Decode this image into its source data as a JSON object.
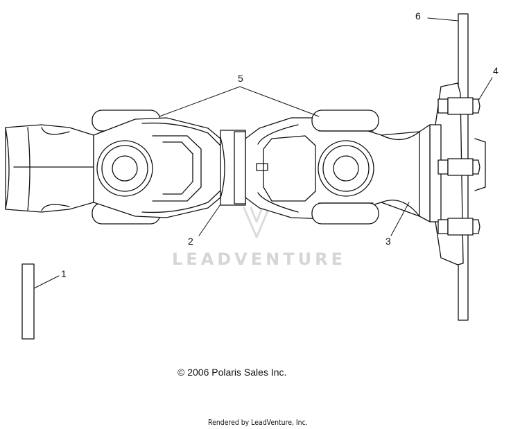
{
  "callouts": {
    "c1": "1",
    "c2": "2",
    "c3": "3",
    "c4": "4",
    "c5": "5",
    "c6": "6"
  },
  "watermark": "LEADVENTURE",
  "copyright": "© 2006 Polaris Sales Inc.",
  "rendered_by": "Rendered by LeadVenture, Inc."
}
